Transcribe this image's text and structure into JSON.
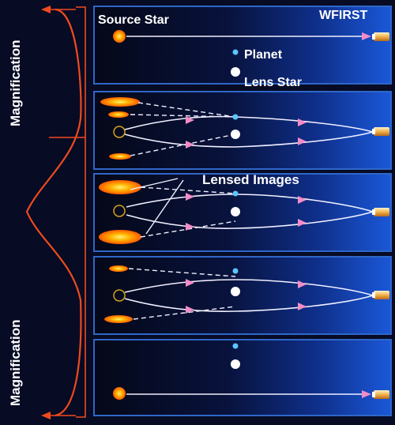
{
  "labels": {
    "source_star": "Source Star",
    "wfirst": "WFIRST",
    "planet": "Planet",
    "lens_star": "Lens Star",
    "lensed_images": "Lensed Images",
    "magnification_top": "Magnification",
    "magnification_bottom": "Magnification"
  },
  "colors": {
    "background": "#070b24",
    "panel_right": "#1a58d8",
    "panel_border": "#2f67c8",
    "curve": "#f04a1e",
    "planet": "#5cc6ff",
    "lens_star": "#ffffff",
    "ray": "#f0f0ff",
    "arrow": "#f48cc8",
    "sun": "#ff9b14"
  },
  "panels": [
    {
      "name": "panel-no-lensing",
      "stage": 1
    },
    {
      "name": "panel-approach",
      "stage": 2
    },
    {
      "name": "panel-peak",
      "stage": 3
    },
    {
      "name": "panel-receding",
      "stage": 4
    },
    {
      "name": "panel-after",
      "stage": 5
    }
  ]
}
